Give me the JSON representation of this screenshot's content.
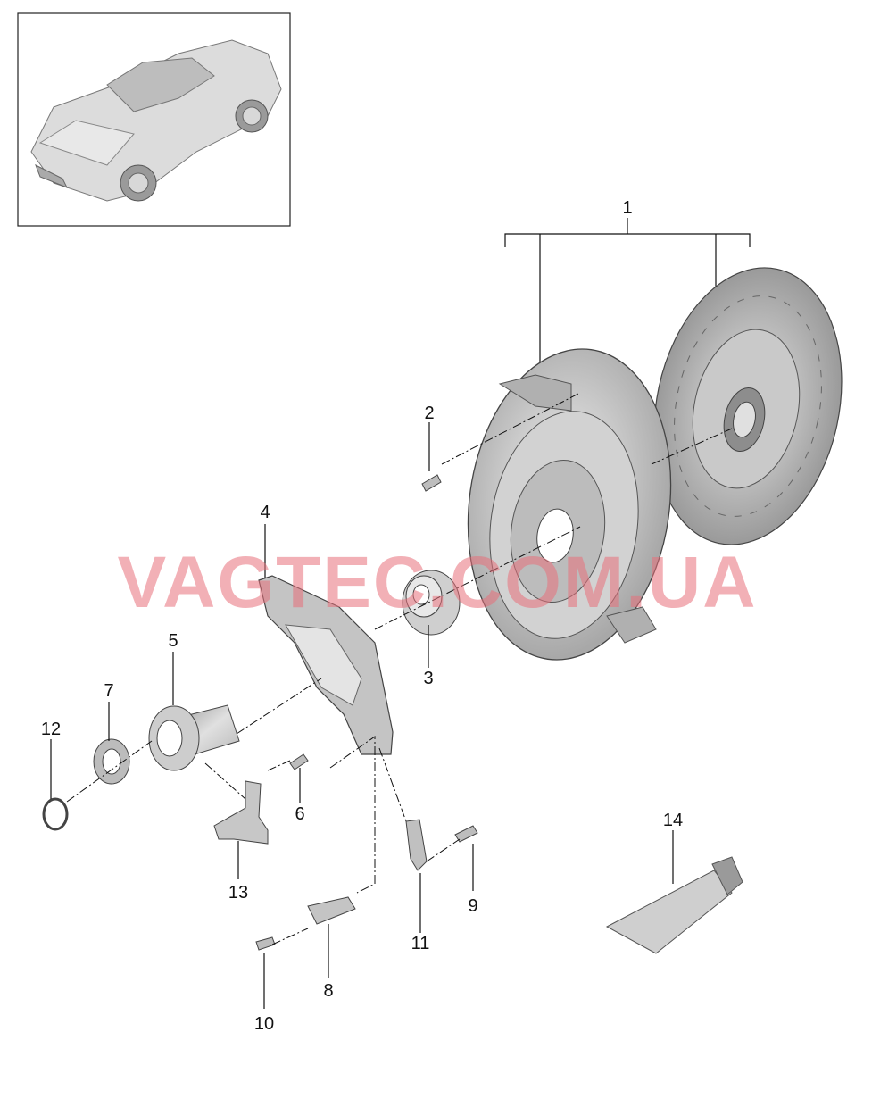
{
  "watermark": "VAGTEC.COM.UA",
  "callouts": {
    "p1": "1",
    "p2": "2",
    "p3": "3",
    "p4": "4",
    "p5": "5",
    "p6": "6",
    "p7": "7",
    "p8": "8",
    "p9": "9",
    "p10": "10",
    "p11": "11",
    "p12": "12",
    "p13": "13",
    "p14": "14"
  },
  "colors": {
    "watermark": "#e8707a",
    "part_fill": "#cfcfcf",
    "part_dark": "#8a8a8a",
    "line": "#111111"
  }
}
